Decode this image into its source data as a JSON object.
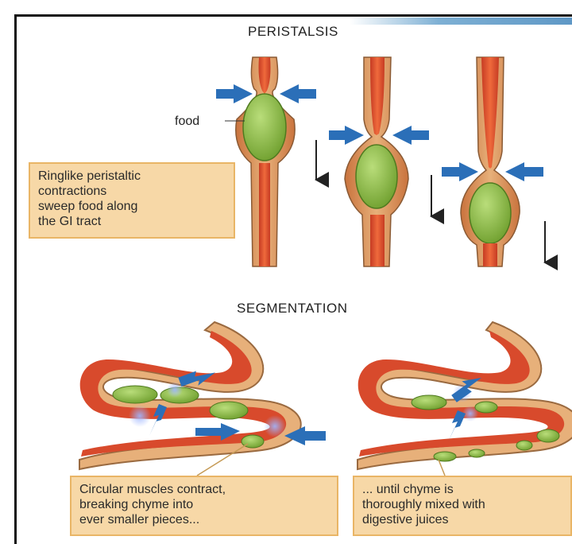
{
  "titles": {
    "peristalsis": "PERISTALSIS",
    "segmentation": "SEGMENTATION"
  },
  "labels": {
    "food": "food"
  },
  "callouts": {
    "peristalsis": [
      "Ringlike peristaltic",
      "contractions",
      "sweep food along",
      "the GI tract"
    ],
    "segmentation_left": [
      "Circular muscles contract,",
      "breaking chyme into",
      "ever smaller pieces..."
    ],
    "segmentation_right": [
      "... until chyme is",
      "thoroughly mixed with",
      "digestive juices"
    ]
  },
  "colors": {
    "lumen_red": "#d6462a",
    "wall_tan": "#e8b87e",
    "food_green": "#8fbf4a",
    "arrow_blue": "#2b6fb8",
    "callout_fill": "#f7d8a7",
    "callout_border": "#e9b566"
  }
}
